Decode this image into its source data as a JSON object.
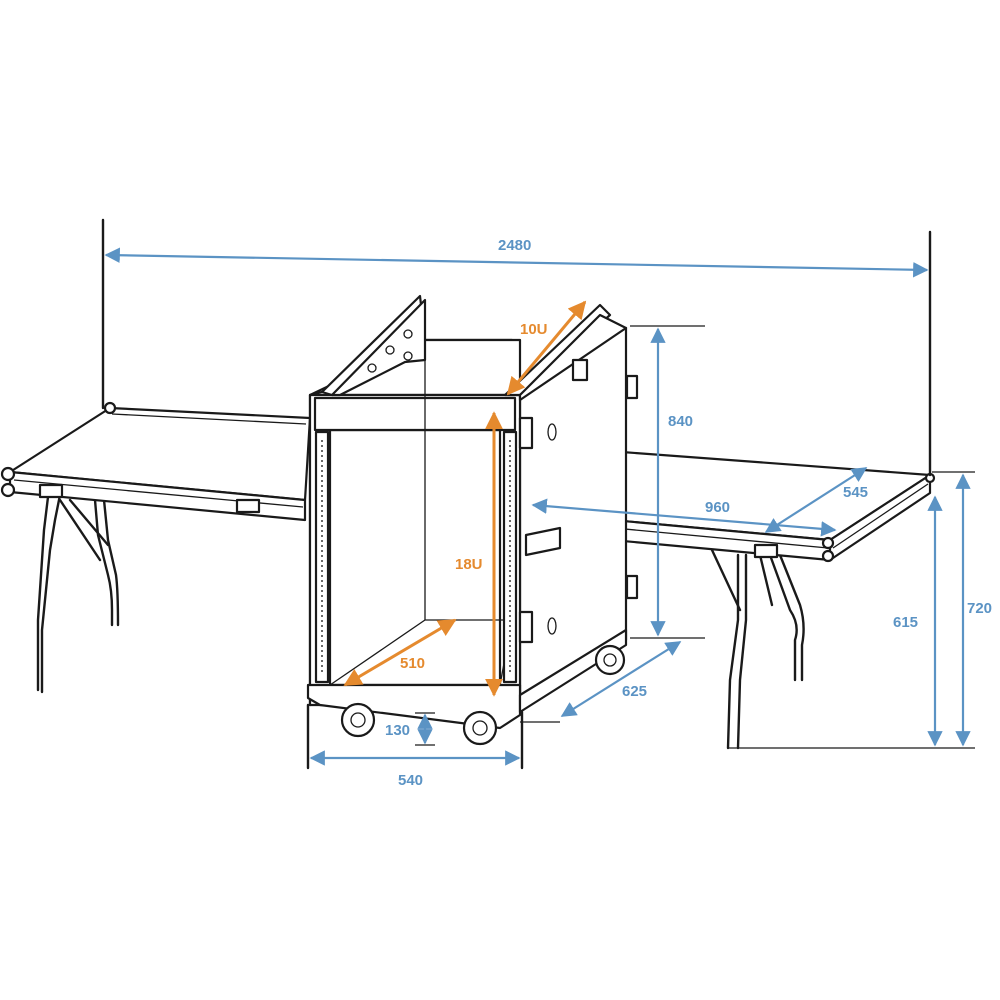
{
  "colors": {
    "dimension": "#5b93c4",
    "rack_units": "#e58a2e",
    "outline": "#1a1a1a"
  },
  "dimensions": {
    "overall_width": "2480",
    "case_height": "840",
    "table_width": "960",
    "table_depth": "545",
    "case_depth": "625",
    "case_width": "540",
    "caster_height": "130",
    "table_height_low": "615",
    "table_height_high": "720",
    "inner_depth": "510"
  },
  "rack_units": {
    "top_section": "10U",
    "front_section": "18U"
  }
}
